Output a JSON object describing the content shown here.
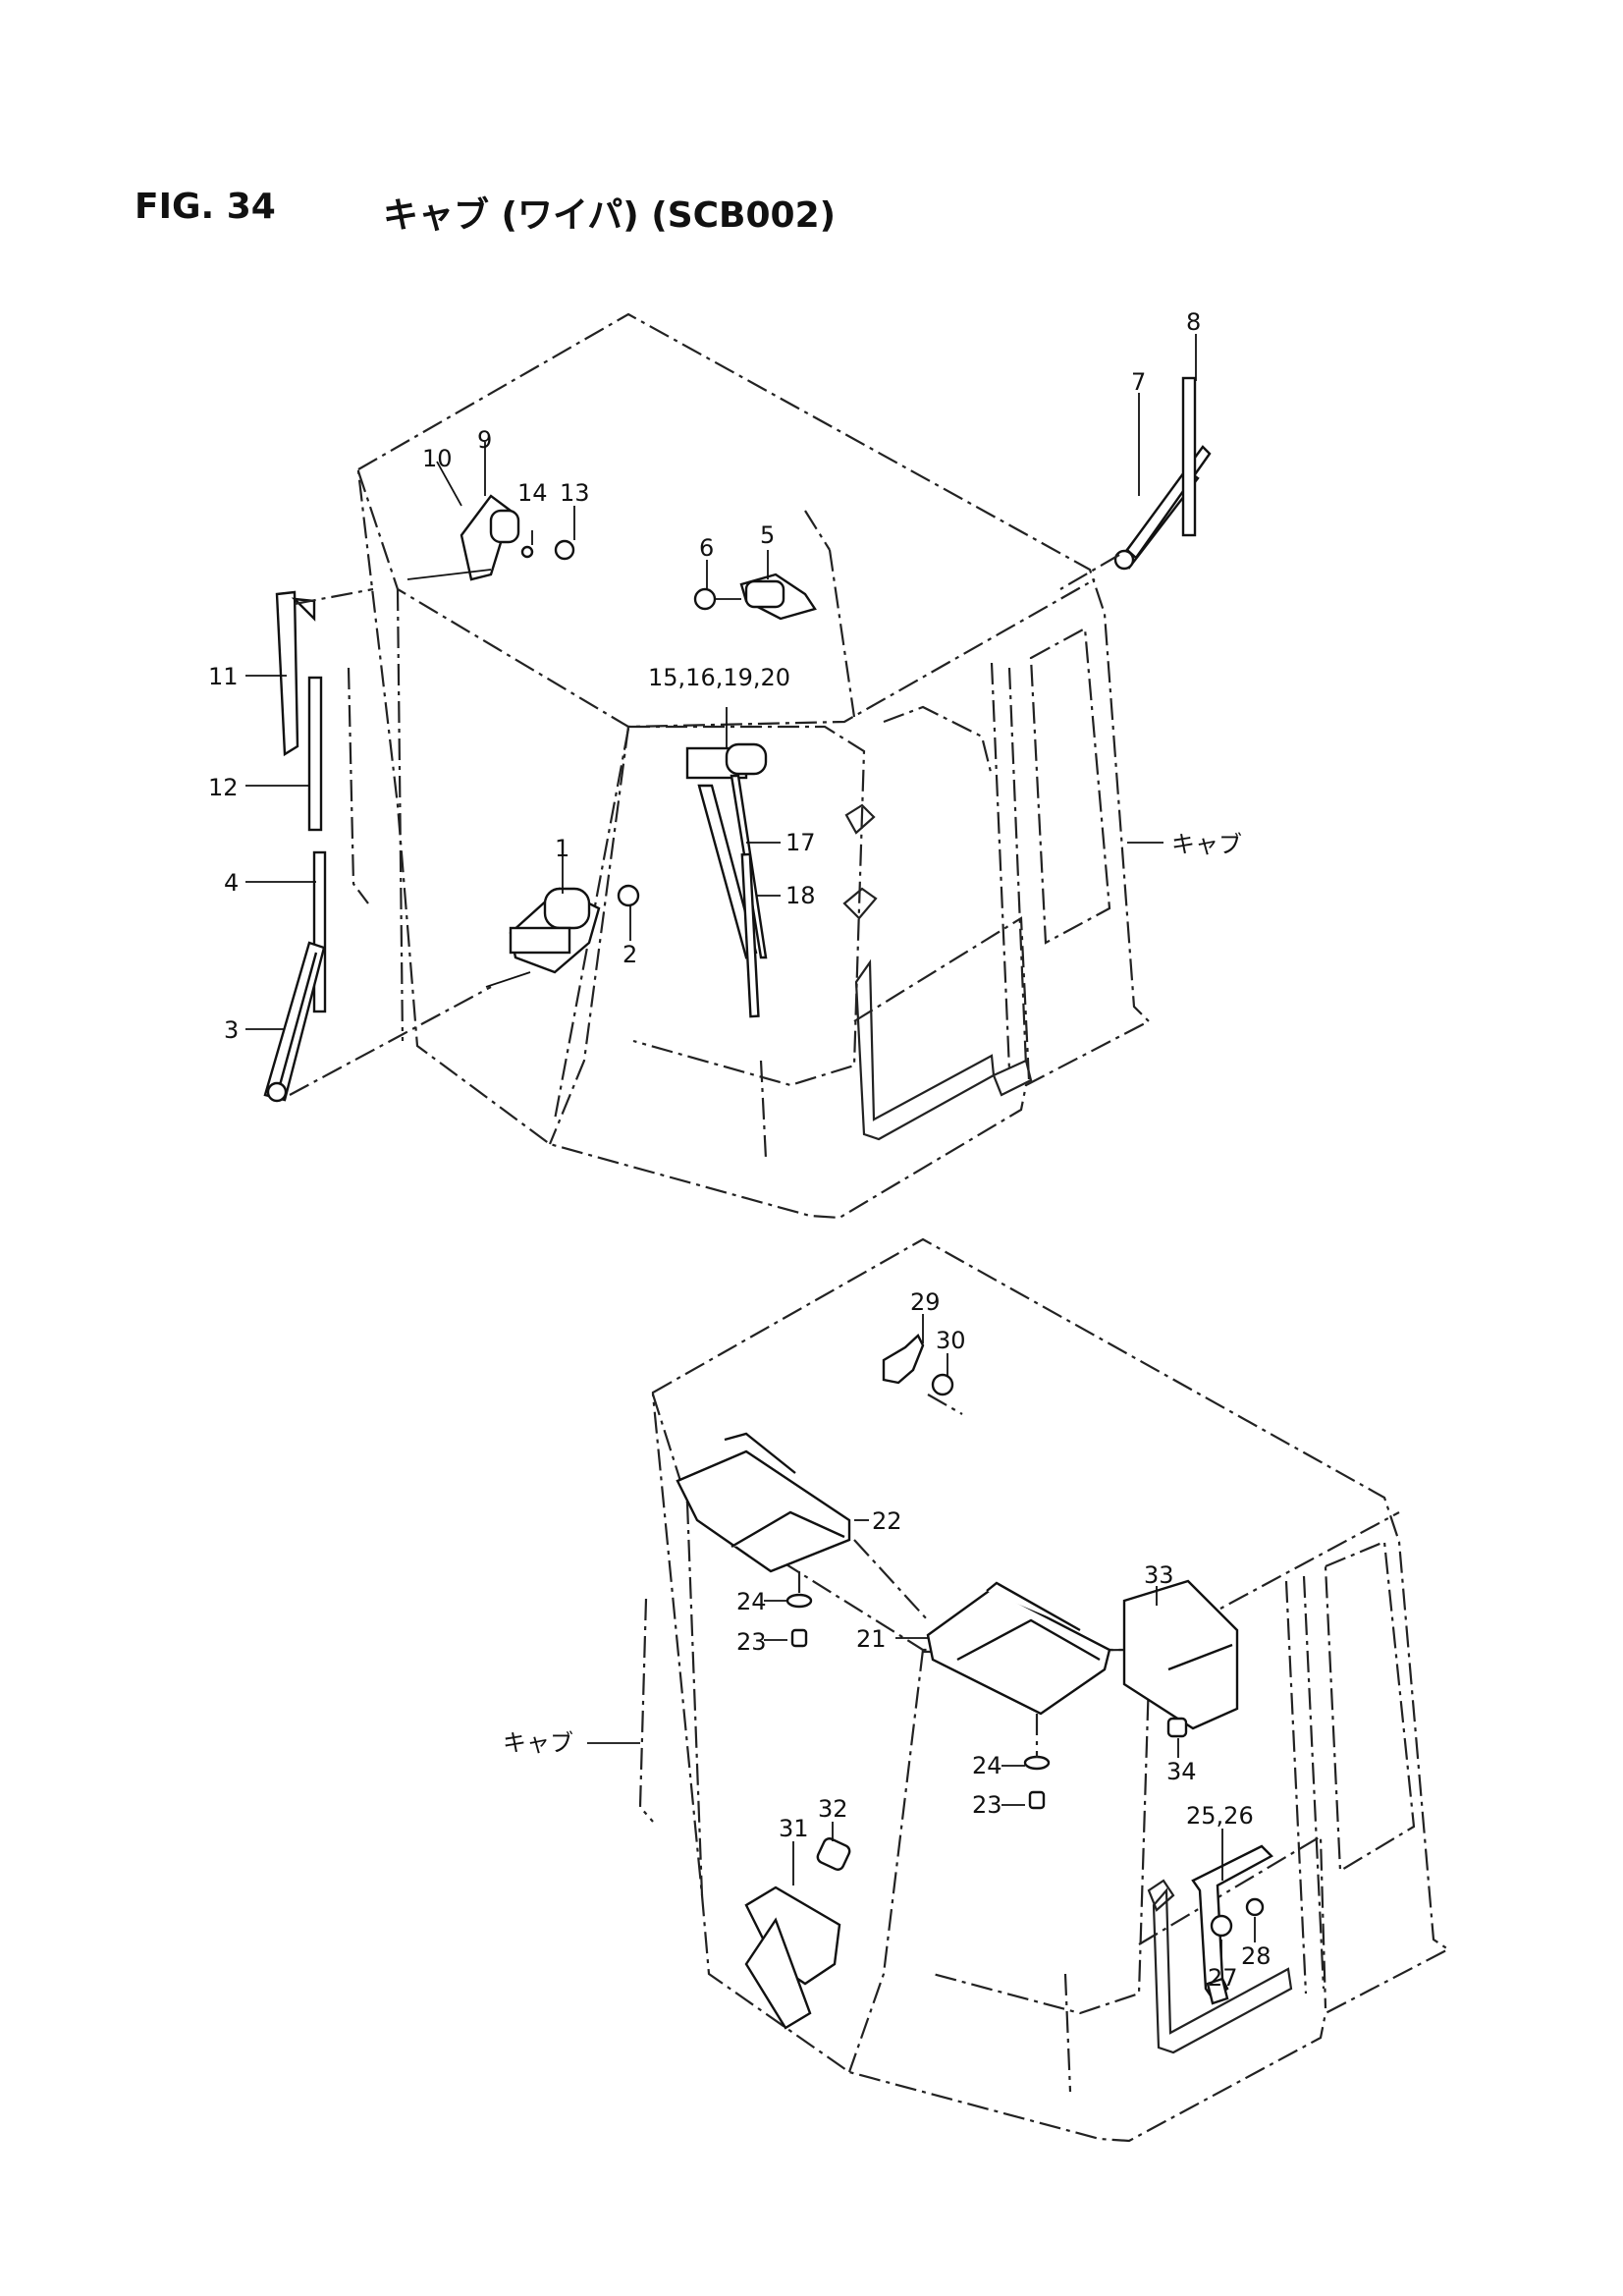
{
  "figure": {
    "number": "FIG. 34",
    "title": "キャブ (ワイパ) (SCB002)"
  },
  "diagram_upper": {
    "labels": [
      "1",
      "2",
      "3",
      "4",
      "5",
      "6",
      "7",
      "8",
      "9",
      "10",
      "11",
      "12",
      "13",
      "14",
      "15,16,19,20",
      "17",
      "18",
      "キャブ"
    ]
  },
  "diagram_lower": {
    "labels": [
      "21",
      "22",
      "23",
      "24",
      "23",
      "24",
      "25,26",
      "27",
      "28",
      "29",
      "30",
      "31",
      "32",
      "33",
      "34",
      "キャブ"
    ]
  }
}
